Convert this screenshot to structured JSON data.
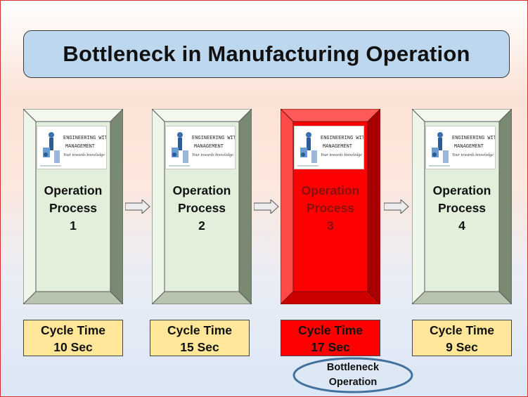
{
  "title": "Bottleneck in Manufacturing Operation",
  "logo": {
    "line1": "ENGINEERING WITH",
    "line2": "MANAGEMENT",
    "tagline": "Your towards knowledge"
  },
  "processes": [
    {
      "line1": "Operation",
      "line2": "Process",
      "number": "1",
      "cycle_label": "Cycle Time",
      "cycle_value": "10 Sec",
      "highlight": false
    },
    {
      "line1": "Operation",
      "line2": "Process",
      "number": "2",
      "cycle_label": "Cycle Time",
      "cycle_value": "15 Sec",
      "highlight": false
    },
    {
      "line1": "Operation",
      "line2": "Process",
      "number": "3",
      "cycle_label": "Cycle Time",
      "cycle_value": "17 Sec",
      "highlight": true
    },
    {
      "line1": "Operation",
      "line2": "Process",
      "number": "4",
      "cycle_label": "Cycle Time",
      "cycle_value": "9 Sec",
      "highlight": false
    }
  ],
  "bottleneck_callout": {
    "line1": "Bottleneck",
    "line2": "Operation"
  },
  "colors": {
    "title_fill": "#bdd7ee",
    "process_fill": "#e2efda",
    "bottleneck_fill": "#ff0000",
    "cycle_fill": "#ffe699",
    "callout_stroke": "#41719c"
  }
}
